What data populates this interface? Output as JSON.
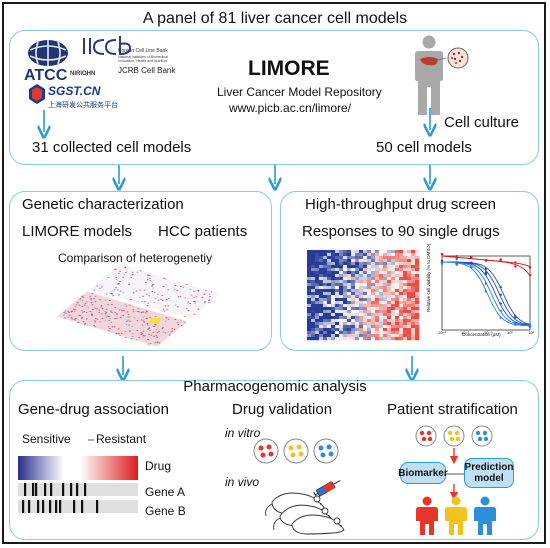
{
  "title": "A panel of 81 liver cancer cell models",
  "sources": {
    "atcc": "ATCC",
    "nirohn": "NIRIOHN",
    "jcrb_top": "Korean Cell Line Bank",
    "jcrb_sub": "National Institutes of Biomedical Innovation, Health and Nutrition",
    "jcrb": "JCRB Cell Bank",
    "sgst": "SGST.CN",
    "sgst_cn": "上海研发公共服务平台"
  },
  "limore": {
    "name": "LIMORE",
    "full": "Liver Cancer Model Repository",
    "url": "www.picb.ac.cn/limore/"
  },
  "cell_culture": "Cell culture",
  "collected": "31 collected cell models",
  "models50": "50 cell models",
  "genetic": {
    "title": "Genetic characterization",
    "left": "LIMORE models",
    "right": "HCC patients",
    "sub": "Comparison of heterogenetiy"
  },
  "drug": {
    "title": "High-throughput drug screen",
    "sub": "Responses to 90 single drugs",
    "ylabel": "Relative cell viability (% to DMSO)",
    "xlabel": "Concentration (μM)",
    "xticks": [
      "10⁻³",
      "10⁻²",
      "10⁻¹",
      "10⁰",
      "10¹"
    ]
  },
  "pharma": {
    "title": "Pharmacogenomic analysis",
    "assoc": "Gene-drug association",
    "valid": "Drug validation",
    "strat": "Patient stratification",
    "sensitive": "Sensitive",
    "resistant": "Resistant",
    "drug": "Drug",
    "geneA": "Gene A",
    "geneB": "Gene B",
    "invitro": "in vitro",
    "invivo": "in vivo",
    "biomarker": "Biomarker",
    "prediction": "Prediction model"
  },
  "colors": {
    "red": "#d41f1f",
    "blue": "#1e90c8",
    "orange": "#f28c18",
    "box_border": "#8ccbe6",
    "arrow": "#2b9bd2",
    "person_red": "#e8352a",
    "person_yellow": "#f4c21e",
    "person_blue": "#2f8fd6"
  }
}
